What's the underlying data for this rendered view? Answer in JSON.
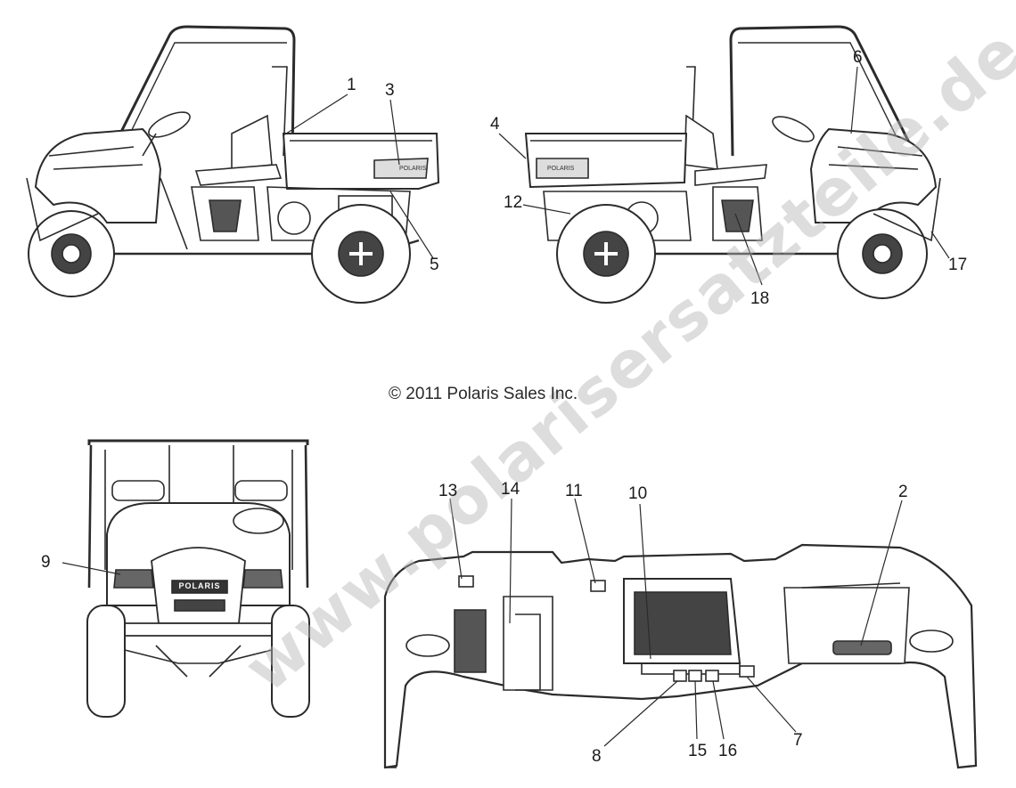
{
  "copyright": "© 2011 Polaris Sales Inc.",
  "watermark": "www.polarisersatzteile.de",
  "vehicle_badge": "POLARIS",
  "callouts": {
    "c1": "1",
    "c2": "2",
    "c3": "3",
    "c4": "4",
    "c5": "5",
    "c6": "6",
    "c7": "7",
    "c8": "8",
    "c9": "9",
    "c10": "10",
    "c11": "11",
    "c12": "12",
    "c13": "13",
    "c14": "14",
    "c15": "15",
    "c16": "16",
    "c17": "17",
    "c18": "18"
  },
  "colors": {
    "line": "#2b2b2b",
    "fill": "#ffffff",
    "shade": "#9a9a9a",
    "dark": "#555555"
  }
}
